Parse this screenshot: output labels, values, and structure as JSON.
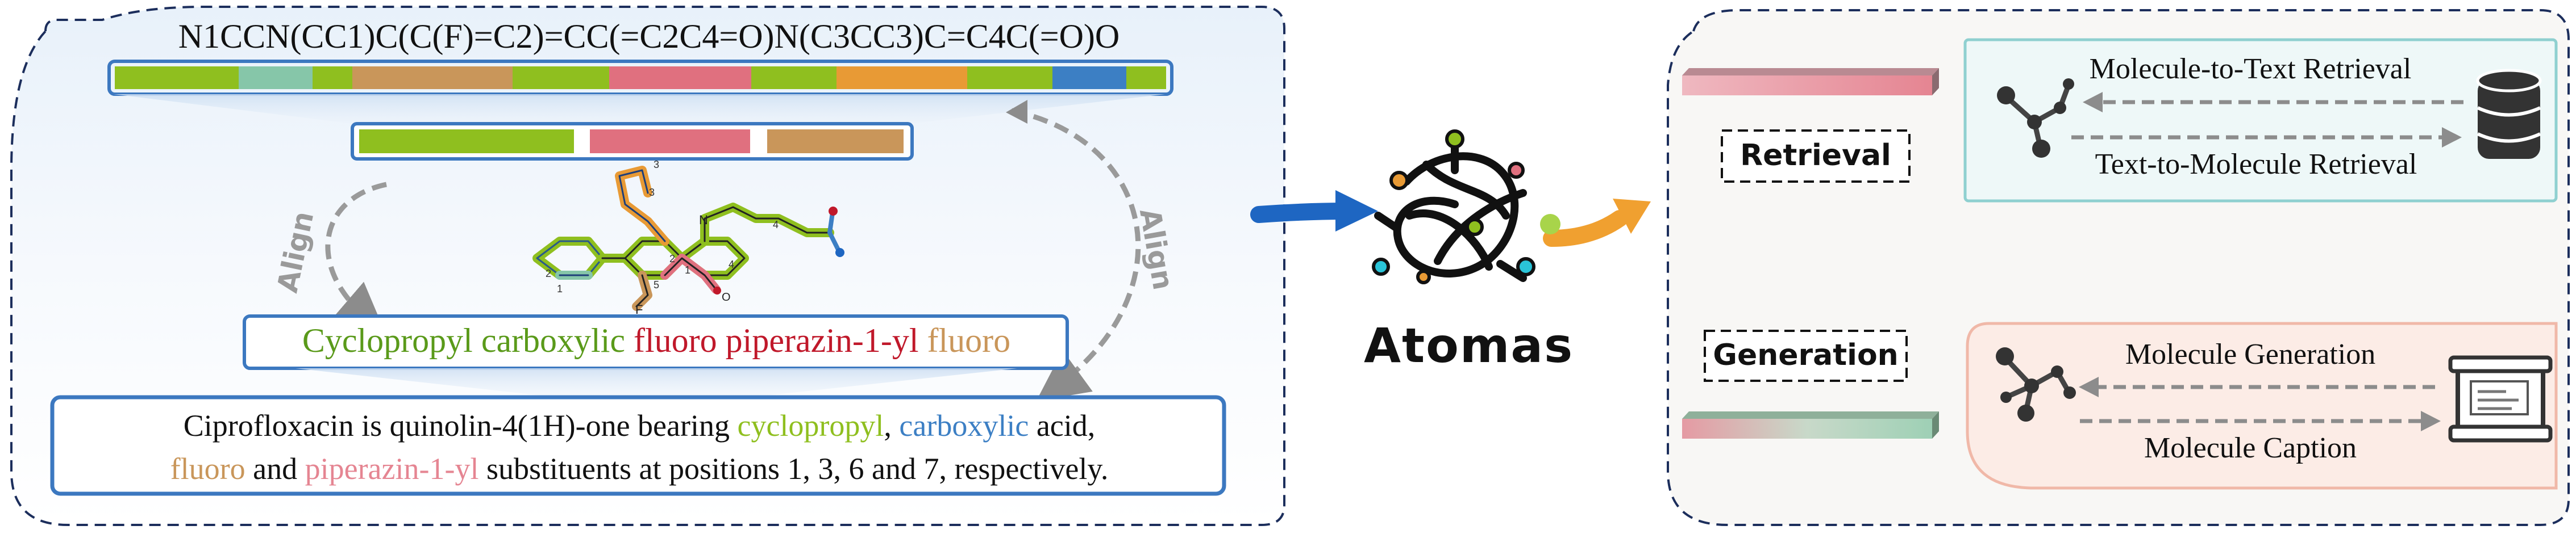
{
  "left_panel": {
    "smiles": "N1CCN(CC1)C(C(F)=C2)=CC(=C2C4=O)N(C3CC3)C=C4C(=O)O",
    "align_left": "Align",
    "align_right": "Align",
    "fragments_line": {
      "w1": "Cyclopropyl",
      "w2": "carboxylic",
      "w3": "fluoro",
      "w4": "piperazin-1-yl",
      "w5": "fluoro"
    },
    "description": {
      "l1_a": "Ciprofloxacin is quinolin-4(1H)-one bearing ",
      "l1_b": "cyclopropyl",
      "l1_c": ", ",
      "l1_d": "carboxylic",
      "l1_e": " acid,",
      "l2_a": "fluoro",
      "l2_b": " and ",
      "l2_c": "piperazin-1-yl",
      "l2_d": " substituents at positions 1, 3, 6 and 7, respectively."
    },
    "atom_numbers": [
      "3",
      "3",
      "4",
      "2",
      "1",
      "4",
      "5",
      "2",
      "1"
    ],
    "atom_labels": [
      "F",
      "N",
      "O"
    ]
  },
  "center": {
    "model_name": "Atomas"
  },
  "right_panel": {
    "retrieval": {
      "tag": "Retrieval",
      "top_label": "Molecule-to-Text Retrieval",
      "bottom_label": "Text-to-Molecule Retrieval"
    },
    "generation": {
      "tag": "Generation",
      "top_label": "Molecule Generation",
      "bottom_label": "Molecule Caption"
    }
  },
  "colors": {
    "green": "#8fbf1f",
    "teal": "#86c6a9",
    "brown": "#c9965a",
    "pink": "#e0707f",
    "orange": "#e89a35",
    "blue": "#3c7fc4",
    "frame_blue": "#3c78c0",
    "dash_navy": "#1c2e5c",
    "red": "#c0182a",
    "arrow_blue": "#1e66c2",
    "arrow_orange": "#f0a030"
  }
}
